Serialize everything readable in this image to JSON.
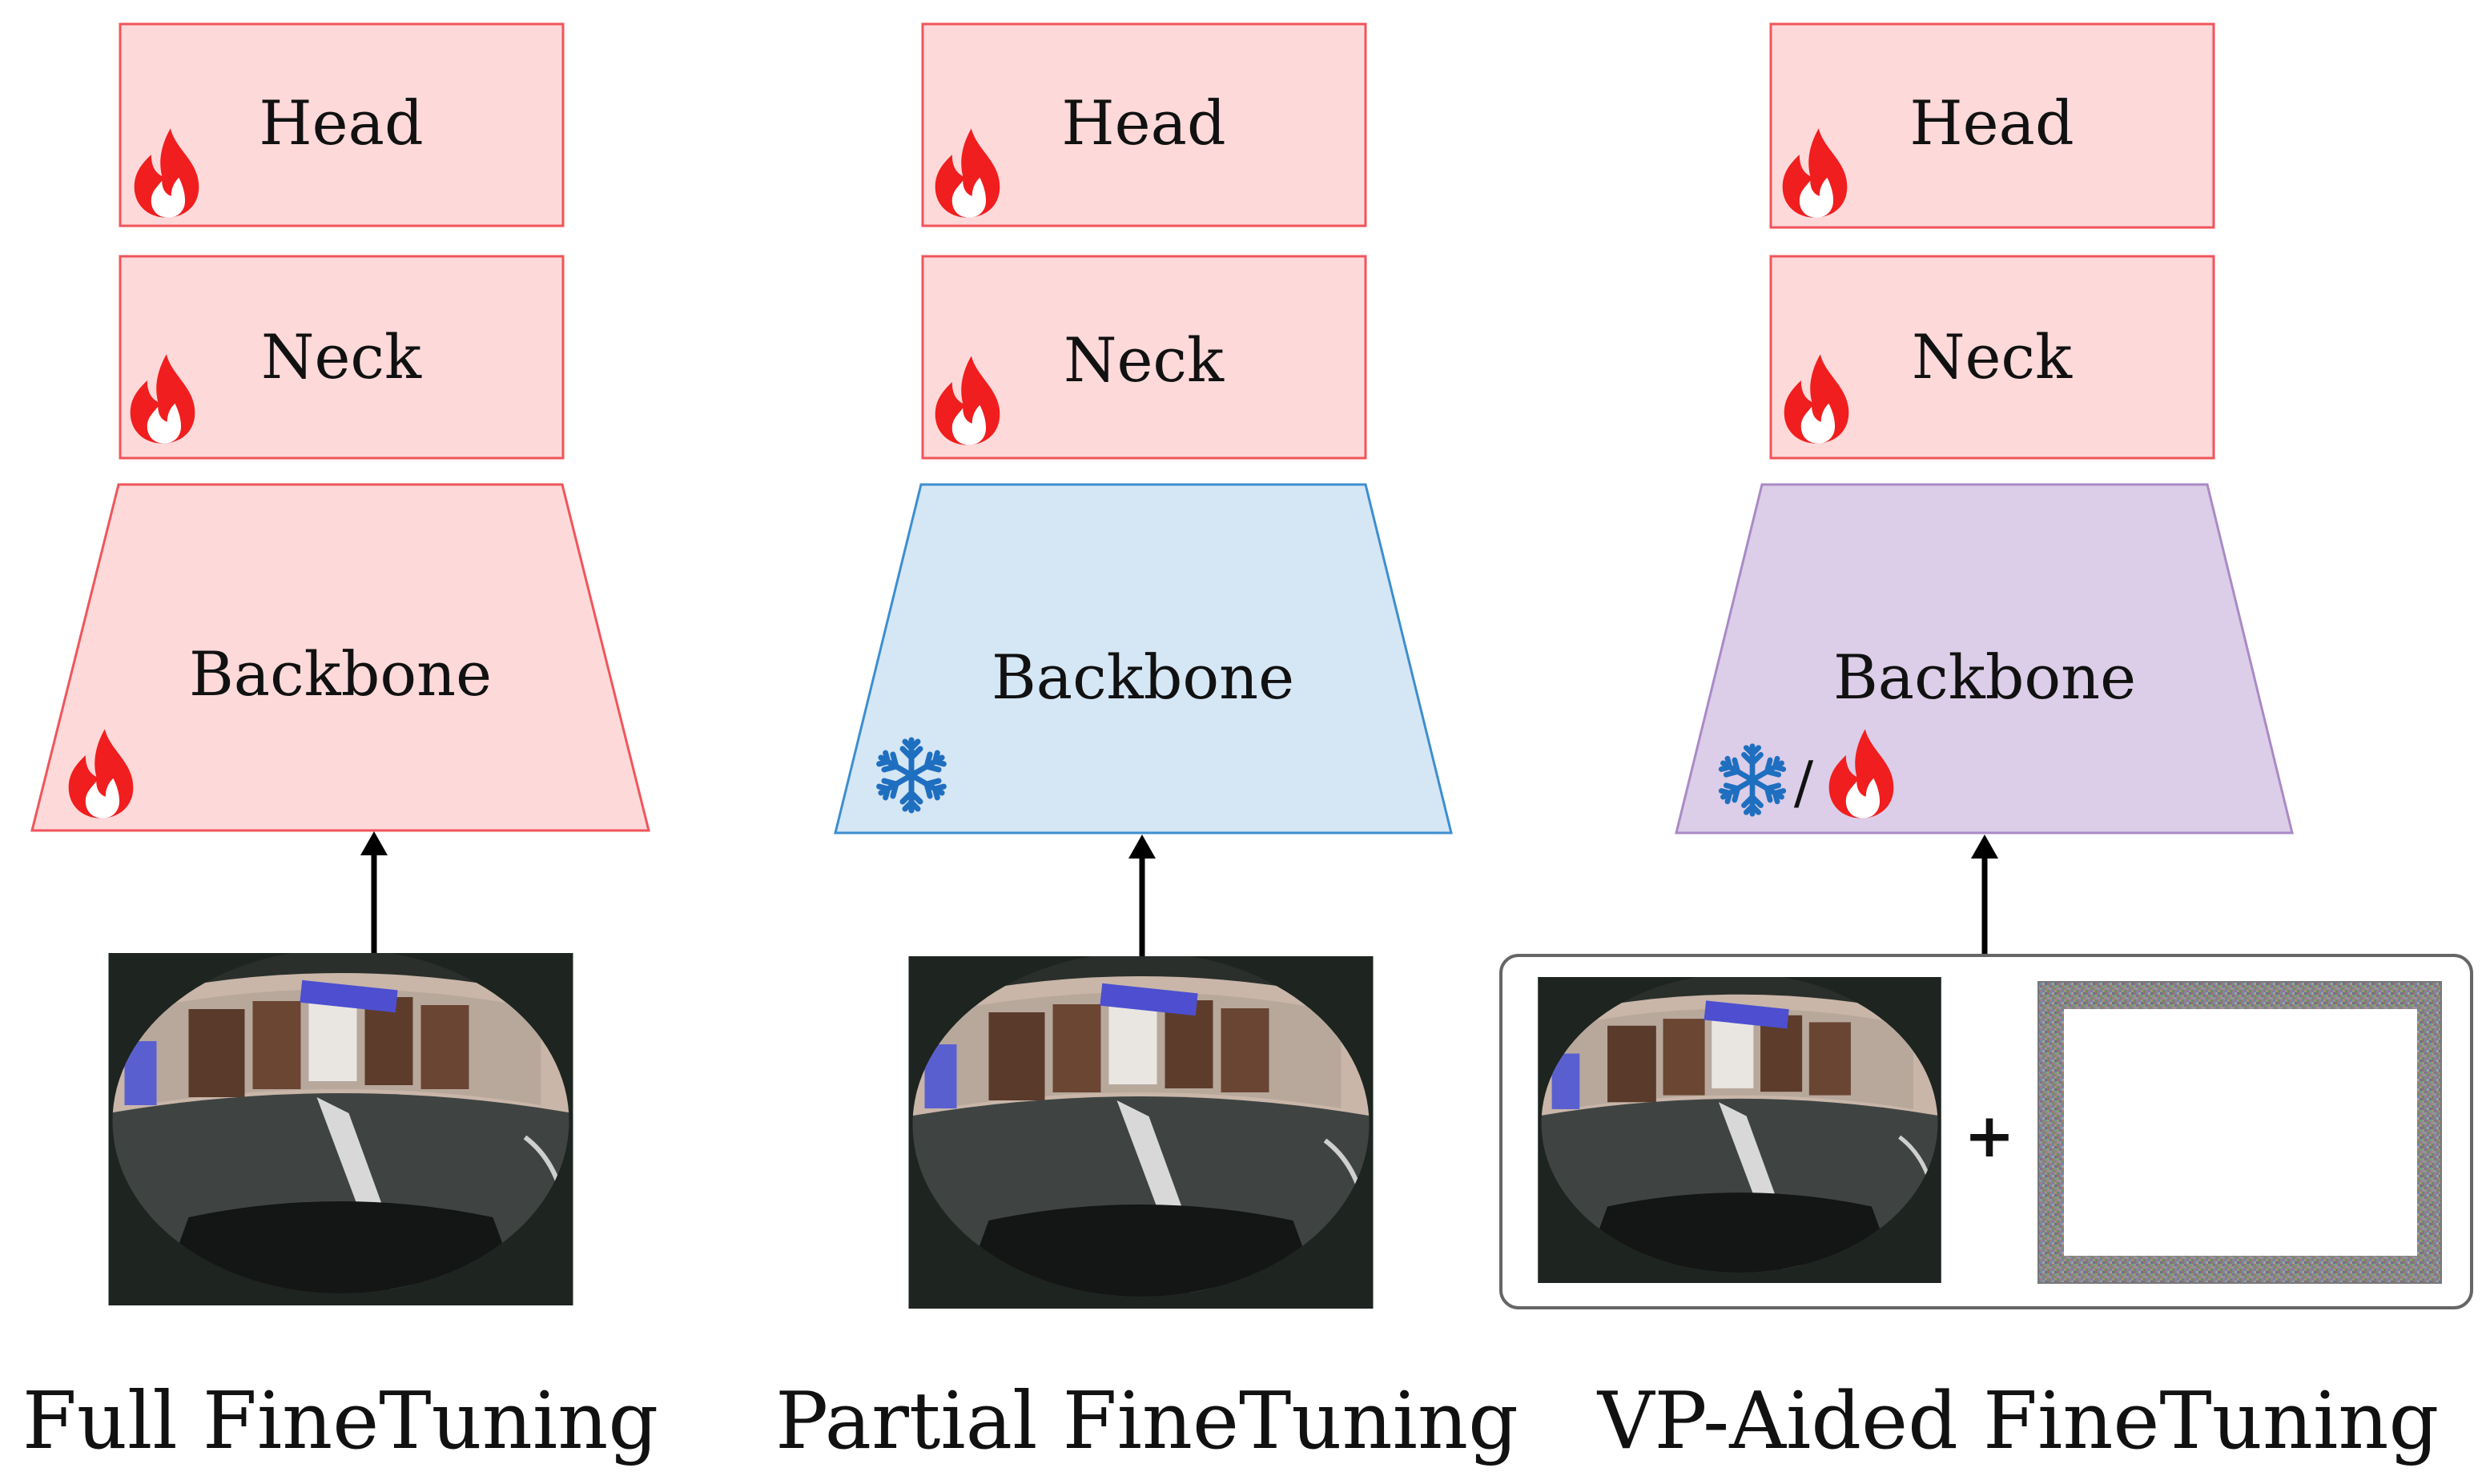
{
  "columns": [
    {
      "caption": "Full FineTuning",
      "head": "Head",
      "neck": "Neck",
      "backbone": "Backbone",
      "head_state": "fire-icon",
      "neck_state": "fire-icon",
      "backbone_state": "fire-icon"
    },
    {
      "caption": "Partial FineTuning",
      "head": "Head",
      "neck": "Neck",
      "backbone": "Backbone",
      "head_state": "fire-icon",
      "neck_state": "fire-icon",
      "backbone_state": "snowflake-icon"
    },
    {
      "caption": "VP-Aided FineTuning",
      "head": "Head",
      "neck": "Neck",
      "backbone": "Backbone",
      "head_state": "fire-icon",
      "neck_state": "fire-icon",
      "backbone_state": "snowflake-icon / fire-icon",
      "state_separator": "/",
      "plus": "+"
    }
  ],
  "colors": {
    "trainable_fill": "#fdd9da",
    "trainable_stroke": "#f0555a",
    "frozen_fill": "#d5e6f5",
    "frozen_stroke": "#3d8ed0",
    "mixed_fill": "#dccde8",
    "mixed_stroke": "#a98ac6",
    "fire": "#f01e1e",
    "snowflake": "#1f6fc0"
  }
}
